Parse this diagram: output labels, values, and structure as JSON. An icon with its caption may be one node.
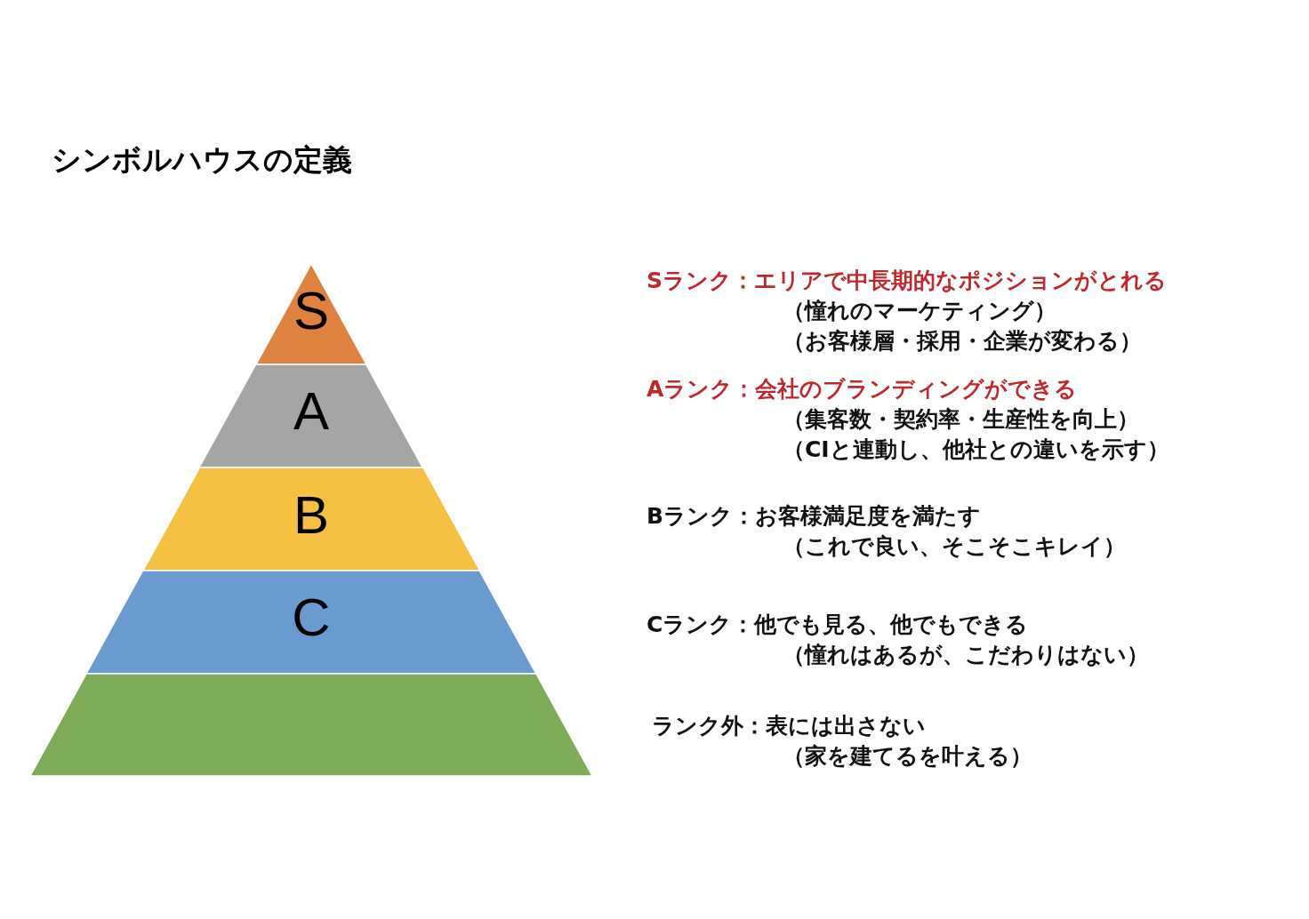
{
  "diagram": {
    "title": "シンボルハウスの定義",
    "nodes": [
      {
        "text": [
          "S"
        ]
      },
      {
        "text": [
          "A"
        ]
      },
      {
        "text": [
          "B"
        ]
      },
      {
        "text": [
          "C"
        ]
      },
      {
        "text": [],
        "shape": "trapezoid"
      }
    ],
    "labels": [
      "Sランク：エリアで中長期的なポジションがとれる",
      "（憧れのマーケティング）",
      "（お客様層・採用・企業が変わる）",
      "Aランク：会社のブランディングができる",
      "（集客数・契約率・生産性を向上）",
      "（CIと連動し、他社との違いを示す）",
      "Bランク：お客様満足度を満たす",
      "（これで良い、そこそこキレイ）",
      "Cランク：他でも見る、他でもできる",
      "（憧れはあるが、こだわりはない）",
      "ランク外：表には出さない",
      "（家を建てるを叶える）"
    ]
  }
}
